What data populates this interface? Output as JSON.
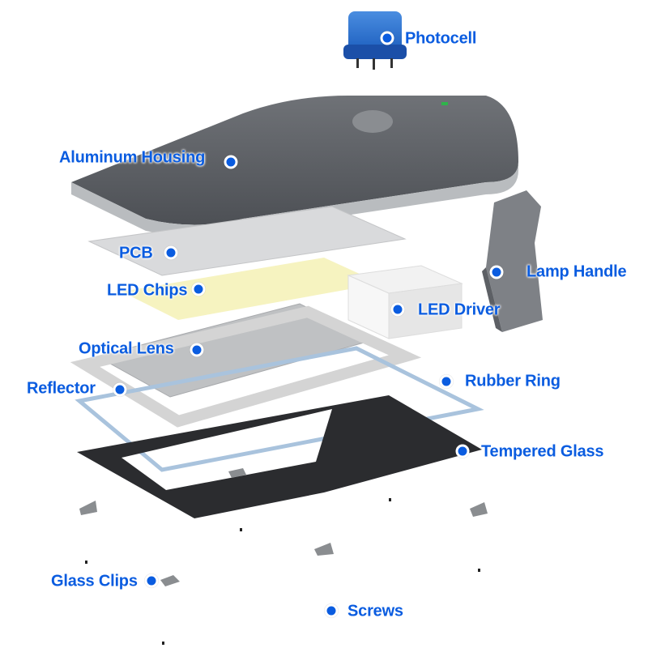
{
  "diagram": {
    "accent_color": "#0a5ce0",
    "labels": {
      "photocell": "Photocell",
      "aluminum_housing": "Aluminum Housing",
      "pcb": "PCB",
      "led_chips": "LED Chips",
      "led_driver": "LED Driver",
      "lamp_handle": "Lamp Handle",
      "optical_lens": "Optical Lens",
      "reflector": "Reflector",
      "rubber_ring": "Rubber Ring",
      "tempered_glass": "Tempered Glass",
      "glass_clips": "Glass Clips",
      "screws": "Screws"
    }
  }
}
